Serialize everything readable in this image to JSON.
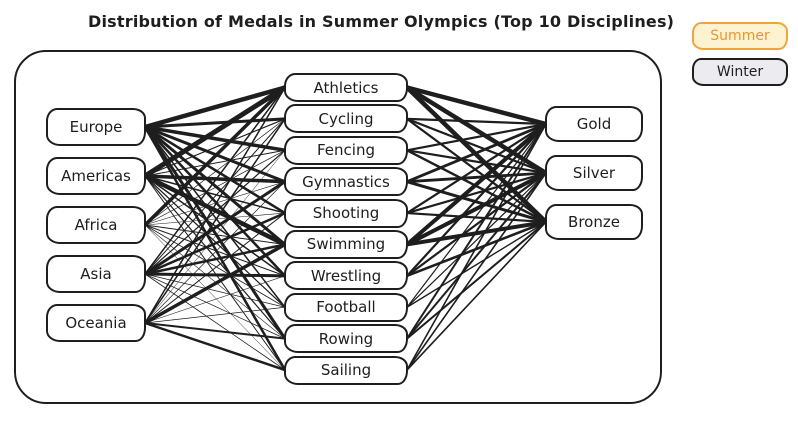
{
  "title": "Distribution of Medals in Summer Olympics (Top 10 Disciplines)",
  "legend": {
    "buttons": [
      {
        "label": "Summer",
        "active": true
      },
      {
        "label": "Winter",
        "active": false
      }
    ],
    "colors": {
      "ink": "#1e1e1e",
      "summer_bg": "#fdf3d0",
      "summer_border": "#f2a33c",
      "summer_text": "#e9962d",
      "winter_bg": "#ececf0",
      "winter_border": "#1e1e1e",
      "winter_text": "#1e1e1e"
    }
  },
  "diagram": {
    "edge_color": "#1e1e1e",
    "continents": [
      "Europe",
      "Americas",
      "Africa",
      "Asia",
      "Oceania"
    ],
    "disciplines": [
      "Athletics",
      "Cycling",
      "Fencing",
      "Gymnastics",
      "Shooting",
      "Swimming",
      "Wrestling",
      "Football",
      "Rowing",
      "Sailing"
    ],
    "medals": [
      "Gold",
      "Silver",
      "Bronze"
    ],
    "weights_continent_discipline": [
      [
        4.5,
        3.0,
        3.5,
        3.0,
        2.5,
        3.0,
        2.5,
        1.5,
        3.0,
        2.5
      ],
      [
        5.0,
        1.2,
        1.0,
        3.5,
        1.5,
        4.5,
        1.5,
        1.2,
        1.2,
        1.0
      ],
      [
        3.5,
        0.7,
        0.7,
        0.6,
        0.6,
        1.0,
        1.0,
        0.8,
        0.6,
        0.5
      ],
      [
        1.5,
        1.0,
        1.2,
        3.0,
        2.5,
        2.5,
        3.0,
        0.8,
        0.7,
        0.8
      ],
      [
        1.5,
        1.5,
        0.5,
        0.7,
        1.0,
        3.5,
        0.6,
        0.7,
        2.0,
        2.5
      ]
    ],
    "weights_discipline_medal": [
      [
        4.5,
        4.5,
        4.5
      ],
      [
        2.2,
        2.2,
        2.2
      ],
      [
        2.2,
        2.2,
        2.4
      ],
      [
        2.8,
        2.8,
        3.0
      ],
      [
        2.2,
        2.2,
        2.2
      ],
      [
        4.0,
        4.0,
        4.0
      ],
      [
        2.2,
        2.2,
        2.6
      ],
      [
        1.2,
        1.2,
        1.4
      ],
      [
        2.0,
        2.0,
        2.0
      ],
      [
        1.6,
        1.6,
        1.6
      ]
    ]
  }
}
